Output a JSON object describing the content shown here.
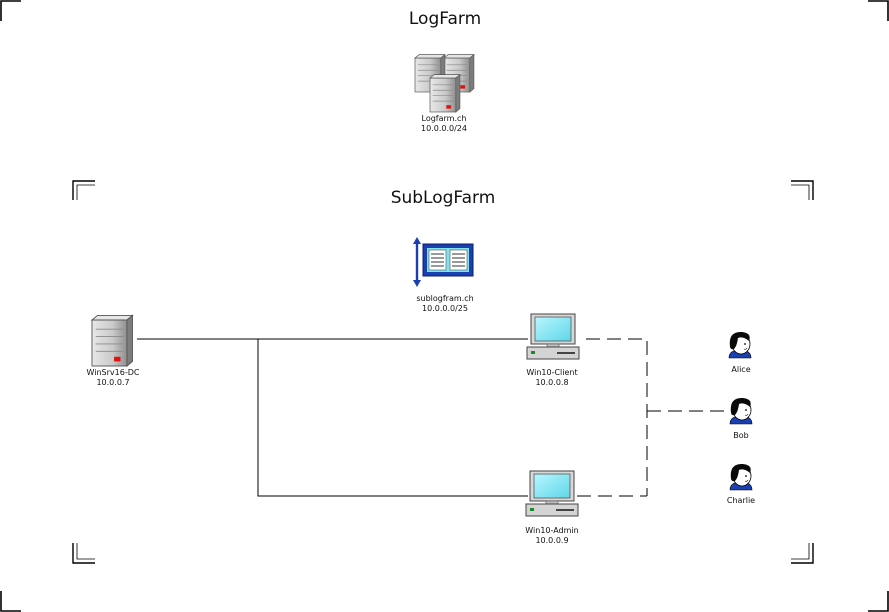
{
  "outer_frame": {
    "title": "LogFarm"
  },
  "inner_frame": {
    "title": "SubLogFarm"
  },
  "nodes": {
    "logfarm": {
      "name": "Logfarm.ch",
      "address": "10.0.0.0/24"
    },
    "sublogfarm": {
      "name": "sublogfram.ch",
      "address": "10.0.0.0/25"
    },
    "dc": {
      "name": "WinSrv16-DC",
      "address": "10.0.0.7"
    },
    "client": {
      "name": "Win10-Client",
      "address": "10.0.0.8"
    },
    "admin": {
      "name": "Win10-Admin",
      "address": "10.0.0.9"
    }
  },
  "users": [
    {
      "name": "Alice"
    },
    {
      "name": "Bob"
    },
    {
      "name": "Charlie"
    }
  ],
  "colors": {
    "line": "#000000",
    "server_body": "#c8c8c8",
    "server_led": "#e01010",
    "screen": "#7fe3f0",
    "domain_icon_frame": "#1a3fb0",
    "hair": "#0a0a0a",
    "shirt": "#1a3fb0"
  },
  "icons": {
    "logfarm": "server-cluster-icon",
    "sublogfarm": "domain-directory-icon",
    "dc": "server-icon",
    "client": "workstation-icon",
    "admin": "workstation-icon",
    "user": "user-icon"
  }
}
